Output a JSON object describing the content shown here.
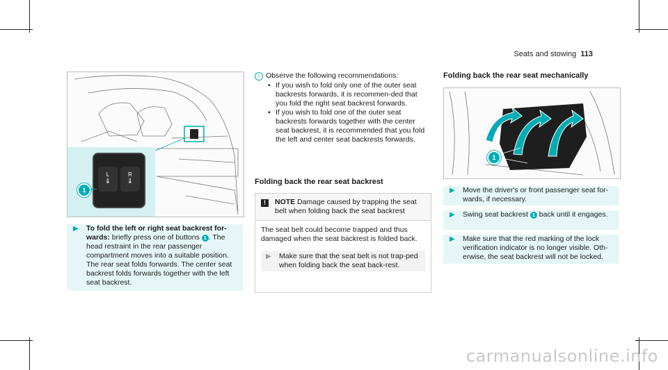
{
  "header": {
    "section": "Seats and stowing",
    "page": "113"
  },
  "figure_left": {
    "callout": "1",
    "btn_left": "L",
    "btn_right": "R"
  },
  "step_left": {
    "bold": "To fold the left or right seat backrest for-wards:",
    "text_a": " briefly press one of buttons ",
    "callout": "1",
    "text_b": ". The head restraint in the rear passenger compartment moves into a suitable position. The rear seat folds forwards. The center seat backrest folds forwards together with the left seat backrest."
  },
  "middle": {
    "observe": "Observe the following recommendations:",
    "bullets": [
      "If you wish to fold only one of the outer seat backrests forwards, it is recommen-ded that you fold the right seat backrest forwards.",
      "If you wish to fold one of the outer seat backrests forwards together with the center seat backrest, it is recommended that you fold the left and center seat backrests forwards."
    ],
    "section_title": "Folding back the rear seat backrest",
    "note_label": "NOTE",
    "note_title": "Damage caused by trapping the seat belt when folding back the seat backrest",
    "note_body": "The seat belt could become trapped and thus damaged when the seat backrest is folded back.",
    "note_step": "Make sure that the seat belt is not trap-ped when folding back the seat back-rest."
  },
  "right": {
    "section_title": "Folding back the rear seat mechanically",
    "callout": "1",
    "step1": "Move the driver's or front passenger seat for-wards, if necessary.",
    "step2_a": "Swing seat backrest ",
    "step2_callout": "1",
    "step2_b": " back until it engages.",
    "step3": "Make sure that the red marking of the lock verification indicator is no longer visible. Oth-erwise, the seat backrest will not be locked."
  },
  "watermark": "carmanualsonline.info",
  "colors": {
    "accent": "#00adb5",
    "step_bg": "#e6f6f6",
    "figure_highlight": "#d4f0f0"
  }
}
